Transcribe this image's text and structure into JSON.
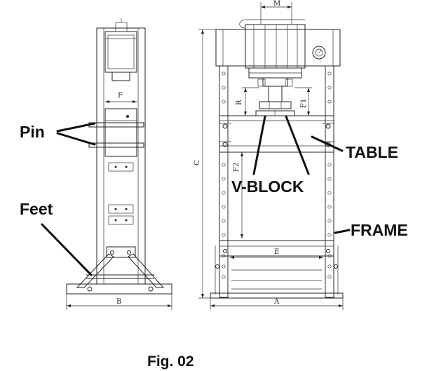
{
  "labels": {
    "pin": "Pin",
    "feet": "Feet",
    "table": "TABLE",
    "v_block": "V-BLOCK",
    "frame": "FRAME"
  },
  "dimensions": {
    "m": "M",
    "f": "F",
    "r": "R",
    "f1": "F1",
    "f2": "F2",
    "c": "C",
    "e": "E",
    "b": "B",
    "a": "A"
  },
  "caption": "Fig. 02"
}
